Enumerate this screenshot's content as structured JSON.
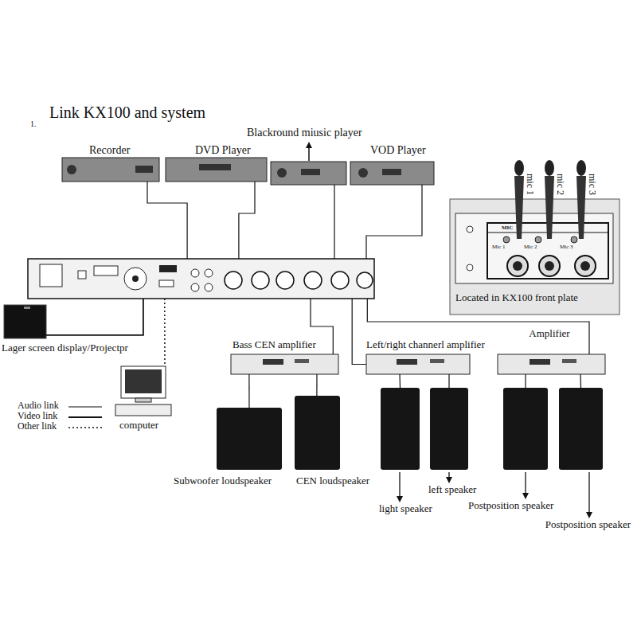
{
  "diagram": {
    "title": "Link KX100 and system",
    "nodes": [
      {
        "text": [
          "Recorder"
        ]
      },
      {
        "text": [
          "DVD Player"
        ]
      },
      {
        "text": [
          "Blackround miusic player"
        ]
      },
      {
        "text": [
          "VOD Player"
        ]
      },
      {
        "text": [
          "Located in KX100 front plate"
        ]
      },
      {
        "text": []
      },
      {
        "text": [
          "Lager screen display/Projectpr"
        ]
      },
      {
        "text": [
          "computer"
        ]
      },
      {
        "text": [
          "Bass CEN amplifier"
        ]
      },
      {
        "text": [
          "Left/right channerl amplifier"
        ]
      },
      {
        "text": [
          "Amplifier"
        ]
      },
      {
        "text": [
          "Subwoofer loudspeaker"
        ]
      },
      {
        "text": [
          "CEN loudspeaker"
        ]
      },
      {
        "text": [
          "light speaker"
        ]
      },
      {
        "text": [
          "left speaker"
        ]
      },
      {
        "text": [
          "Postposition speaker"
        ]
      },
      {
        "text": [
          "Postposition speaker"
        ]
      }
    ],
    "edges": [
      {
        "from": 0,
        "to": 5,
        "arrow": "none"
      },
      {
        "from": 1,
        "to": 5,
        "arrow": "none"
      },
      {
        "from": 2,
        "to": 5,
        "arrow": "none"
      },
      {
        "from": 3,
        "to": 5,
        "arrow": "none"
      },
      {
        "from": 5,
        "to": 6,
        "arrow": "none"
      },
      {
        "from": 5,
        "to": 7,
        "arrow": "none"
      },
      {
        "from": 5,
        "to": 8,
        "arrow": "none"
      },
      {
        "from": 5,
        "to": 9,
        "arrow": "none"
      },
      {
        "from": 5,
        "to": 10,
        "arrow": "none"
      },
      {
        "from": 8,
        "to": 11,
        "arrow": "none"
      },
      {
        "from": 8,
        "to": 12,
        "arrow": "none"
      },
      {
        "from": 9,
        "to": 13,
        "arrow": "none"
      },
      {
        "from": 9,
        "to": 14,
        "arrow": "none"
      },
      {
        "from": 10,
        "to": 15,
        "arrow": "none"
      },
      {
        "from": 10,
        "to": 16,
        "arrow": "none"
      }
    ],
    "labels": [
      "1.",
      "MIC",
      "Mic 1",
      "Mic 2",
      "Mic 3",
      "mic 1",
      "mic 2",
      "mic 3"
    ],
    "legend": [
      {
        "text": "Audio link"
      },
      {
        "text": "Video link"
      },
      {
        "text": "Other link"
      }
    ]
  }
}
